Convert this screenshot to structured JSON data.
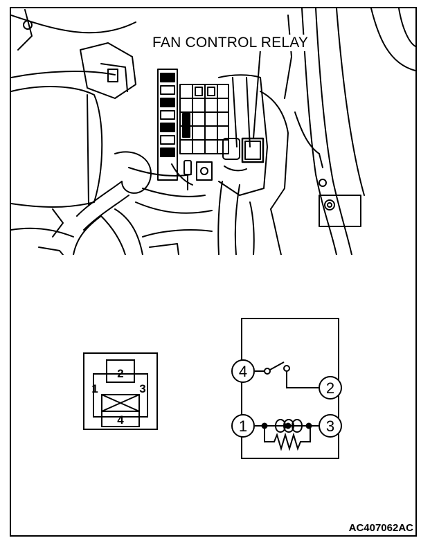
{
  "photo": {
    "label": "FAN CONTROL RELAY"
  },
  "connector": {
    "pins": [
      "2",
      "1",
      "3",
      "4"
    ]
  },
  "circuit": {
    "terminals": [
      "4",
      "2",
      "1",
      "3"
    ]
  },
  "figure_id": "AC407062AC"
}
